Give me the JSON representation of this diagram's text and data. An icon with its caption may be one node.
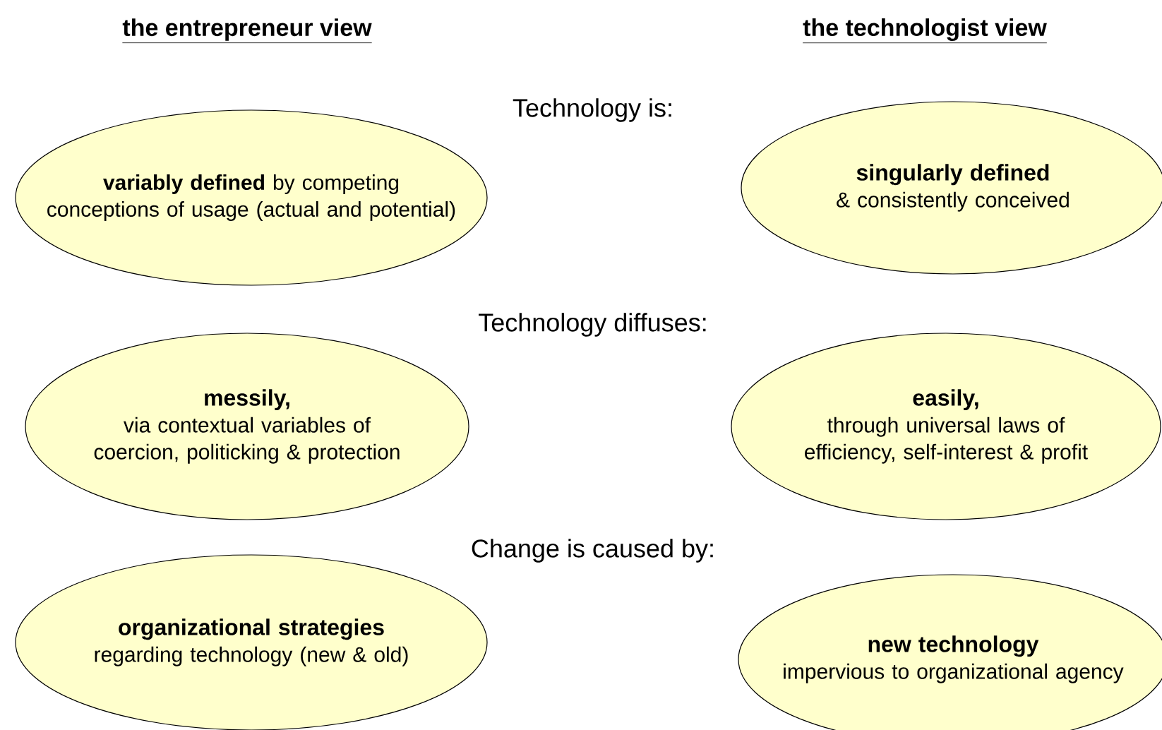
{
  "diagram": {
    "nodes": [
      {
        "text": [
          "**variably defined** by competing conceptions of usage (actual and potential)"
        ]
      },
      {
        "text": [
          "singularly defined",
          "& consistently conceived"
        ]
      },
      {
        "text": [
          "messily,",
          "via contextual variables of coercion, politicking & protection"
        ]
      },
      {
        "text": [
          "easily,",
          "through universal laws of efficiency, self-interest & profit"
        ]
      },
      {
        "text": [
          "organizational strategies",
          "regarding technology (new & old)"
        ]
      },
      {
        "text": [
          "new technology",
          "impervious to organizational agency"
        ]
      }
    ],
    "labels": [
      "the entrepreneur view",
      "the technologist view",
      "Technology is:",
      "Technology diffuses:",
      "Change is caused by:"
    ]
  }
}
